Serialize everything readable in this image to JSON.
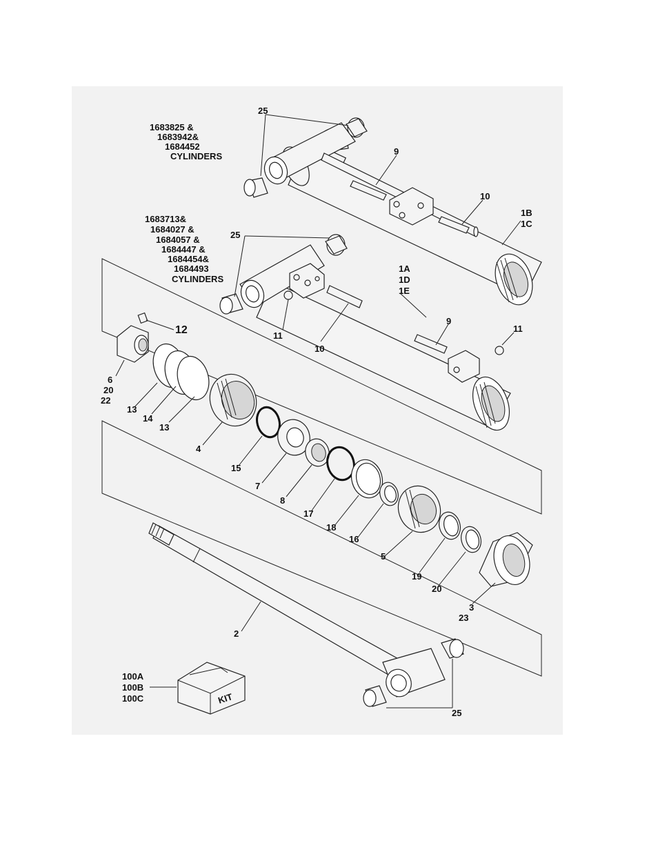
{
  "cylinder_groups": {
    "upper": [
      "1683825 &",
      "1683942&",
      "1684452",
      "CYLINDERS"
    ],
    "lower": [
      "1683713&",
      "1684027 &",
      "1684057 &",
      "1684447 &",
      "1684454&",
      "1684493",
      "CYLINDERS"
    ]
  },
  "callouts": {
    "c25_top": "25",
    "c25_mid": "25",
    "c25_bot": "25",
    "c9_top": "9",
    "c9_mid": "9",
    "c10_top": "10",
    "c10_mid": "10",
    "c1b": "1B",
    "c1c": "1C",
    "c1a": "1A",
    "c1d": "1D",
    "c1e": "1E",
    "c11_left": "11",
    "c11_right": "11",
    "c12": "12",
    "c6": "6",
    "c20a": "20",
    "c22": "22",
    "c13a": "13",
    "c14": "14",
    "c13b": "13",
    "c4": "4",
    "c15": "15",
    "c7": "7",
    "c8": "8",
    "c17": "17",
    "c18": "18",
    "c16": "16",
    "c5": "5",
    "c19": "19",
    "c20b": "20",
    "c3": "3",
    "c23": "23",
    "c2": "2",
    "c100a": "100A",
    "c100b": "100B",
    "c100c": "100C"
  },
  "kit_box_text": "KIT",
  "colors": {
    "panel": "#f2f2f2",
    "ink": "#111111"
  }
}
